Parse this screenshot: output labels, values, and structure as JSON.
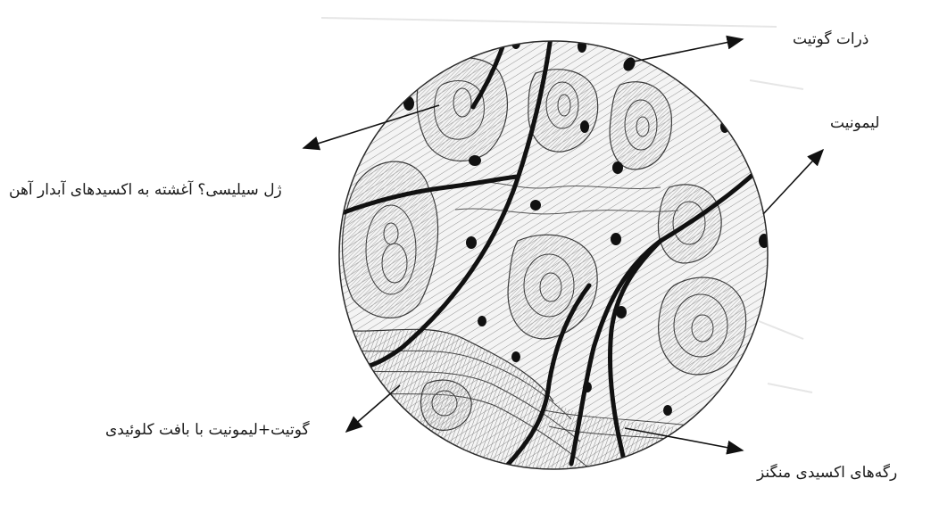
{
  "labels": {
    "goethite_particles": "ذرات گوتیت",
    "limonite": "لیمونیت",
    "silica_gel": "ژل سیلیسی؟ آغشته به اکسیدهای آبدار آهن",
    "goethite_limonite": "گوتیت+لیمونیت با بافت کلوئیدی",
    "manganese_veins": "رگه‌های اکسیدی منگنز"
  },
  "colors": {
    "ink": "#1a1a1a",
    "pencil": "#3a3a3a",
    "shade": "#bdbdbd"
  }
}
